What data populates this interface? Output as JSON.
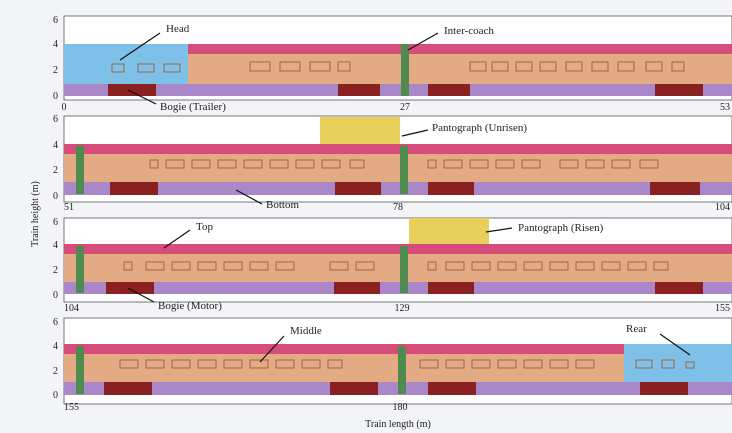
{
  "figure": {
    "y_axis_label": "Train height (m)",
    "x_axis_label": "Train length (m)",
    "y_ticks": [
      "0",
      "2",
      "4",
      "6"
    ]
  },
  "panels": [
    {
      "x_start": "0",
      "x_mid": "27",
      "x_end": "53",
      "annotations": [
        {
          "text": "Head"
        },
        {
          "text": "Inter-coach"
        },
        {
          "text": "Bogie (Trailer)"
        }
      ]
    },
    {
      "x_start": "51",
      "x_mid": "78",
      "x_end": "104",
      "annotations": [
        {
          "text": "Pantograph (Unrisen)"
        },
        {
          "text": "Bottom"
        }
      ]
    },
    {
      "x_start": "104",
      "x_mid": "129",
      "x_end": "155",
      "annotations": [
        {
          "text": "Top"
        },
        {
          "text": "Pantograph (Risen)"
        },
        {
          "text": "Bogie (Motor)"
        }
      ]
    },
    {
      "x_start": "155",
      "x_mid": "180",
      "x_end": "",
      "annotations": [
        {
          "text": "Middle"
        },
        {
          "text": "Rear"
        }
      ]
    }
  ],
  "colors": {
    "top_region": "#d64d7b",
    "middle_region": "#e2ab84",
    "bottom_region": "#a987c9",
    "bogie": "#8b2020",
    "inter_coach": "#4f8a4f",
    "head_rear": "#7fc0e8",
    "pantograph": "#e6cf5a",
    "window": "#c9926a"
  }
}
